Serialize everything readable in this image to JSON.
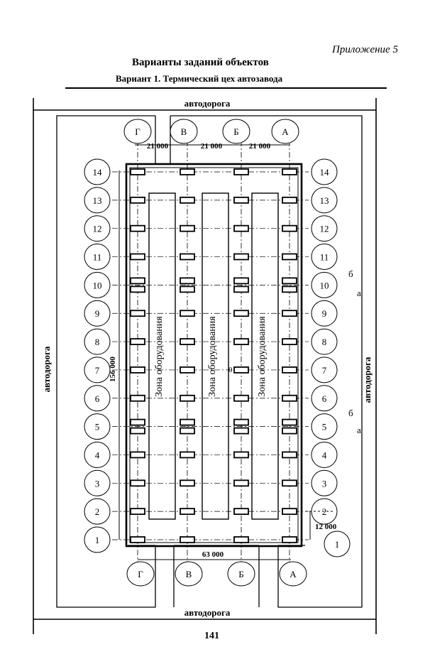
{
  "header": {
    "appendix": "Приложение 5",
    "title": "Варианты заданий объектов",
    "variant": "Вариант 1. Термический цех автозавода"
  },
  "roads": {
    "top": "автодорога",
    "bottom": "автодорога",
    "left": "автодорога",
    "right": "автодорога"
  },
  "axes": {
    "letters": [
      "Г",
      "В",
      "Б",
      "А"
    ],
    "rows": [
      "1",
      "2",
      "3",
      "4",
      "5",
      "6",
      "7",
      "8",
      "9",
      "10",
      "11",
      "12",
      "13",
      "14"
    ]
  },
  "dimensions": {
    "span_1": "21 000",
    "span_2": "21 000",
    "span_3": "21 000",
    "total_width": "63 000",
    "total_length": "156 000",
    "bay_step": "12 000"
  },
  "zones": [
    "Зона оборудования",
    "Зона оборудования",
    "Зона оборудования"
  ],
  "markers": {
    "b_upper": "б",
    "a_upper": "а",
    "b_lower": "б",
    "a_lower": "а",
    "center": "0"
  },
  "footer": {
    "page_number": "141"
  }
}
